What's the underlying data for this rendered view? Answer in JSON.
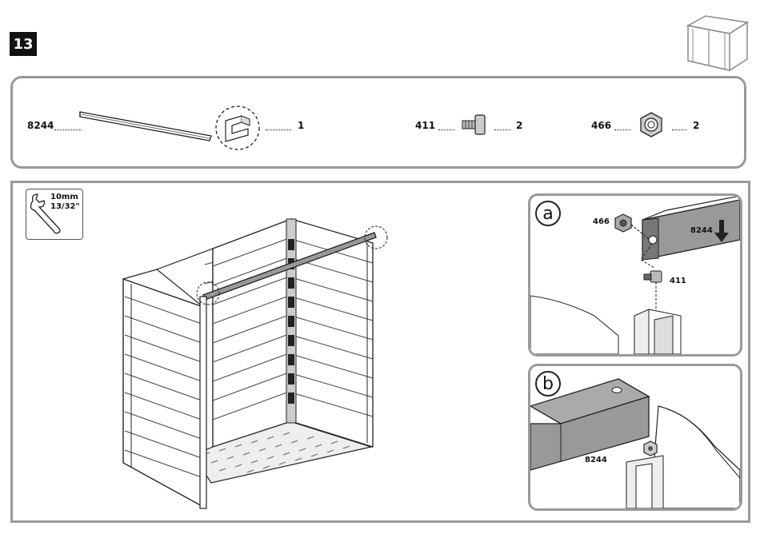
{
  "step": {
    "number": "13"
  },
  "parts": [
    {
      "code": "8244",
      "qty": "1"
    },
    {
      "code": "411",
      "qty": "2"
    },
    {
      "code": "466",
      "qty": "2"
    }
  ],
  "tool": {
    "size_mm": "10mm",
    "size_in": "13/32\""
  },
  "details": [
    {
      "letter": "a",
      "labels": [
        "466",
        "8244",
        "411"
      ]
    },
    {
      "letter": "b",
      "labels": [
        "8244"
      ]
    }
  ]
}
